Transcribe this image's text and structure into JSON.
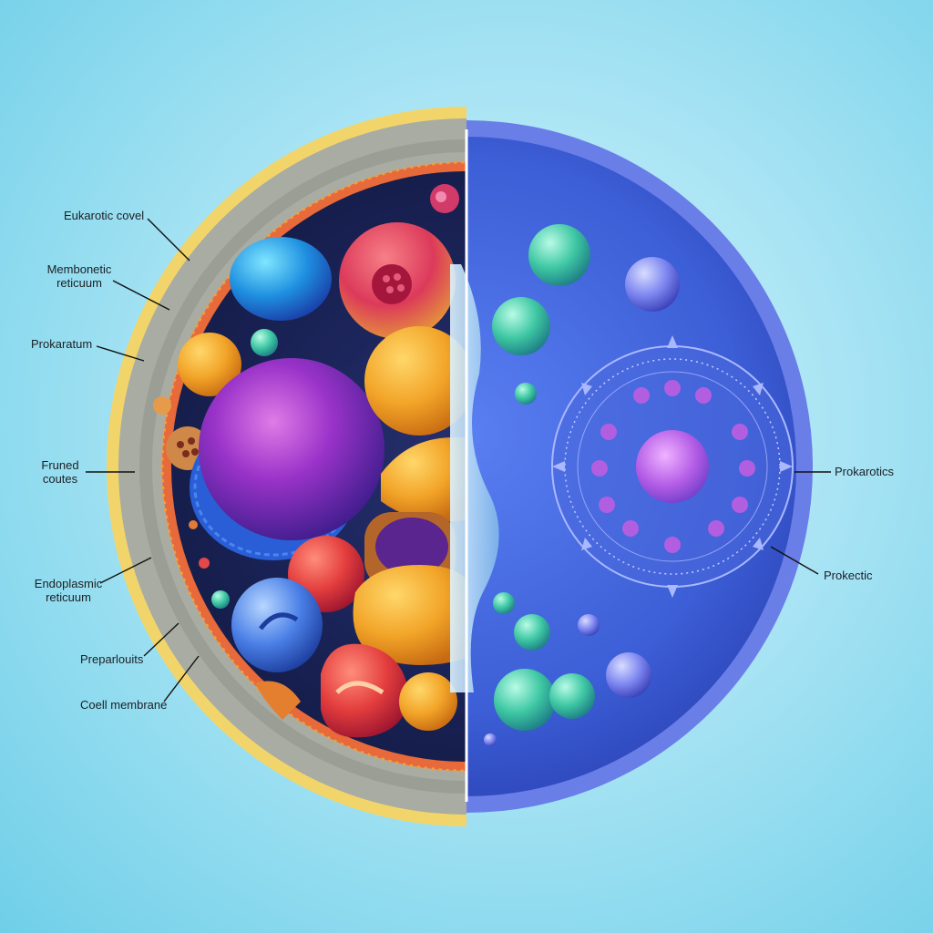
{
  "labels": {
    "eukarotic_covel": "Eukarotic covel",
    "membonetic_reticulum": [
      "Membonetic",
      "reticuum"
    ],
    "prokaratum": "Prokaratum",
    "fruned_coutes": [
      "Fruned",
      "coutes"
    ],
    "endoplasmic_reticulum": [
      "Endoplasmic",
      "reticuum"
    ],
    "preparlouits": "Preparlouits",
    "coell_membrane": "Coell membrane",
    "prokarotics": "Prokarotics",
    "prokectic": "Prokectic"
  },
  "colors": {
    "background": "#a9e4f4",
    "cell_outer_yellow": "#f2d56a",
    "cell_wall_gray": "#9ea39a",
    "cytoplasm_dark": "#1a2457",
    "prokaryote_blue": "#3a5fd0",
    "prokaryote_rim": "#6a7ee8",
    "nucleus_purple": "#9c3ccf"
  }
}
